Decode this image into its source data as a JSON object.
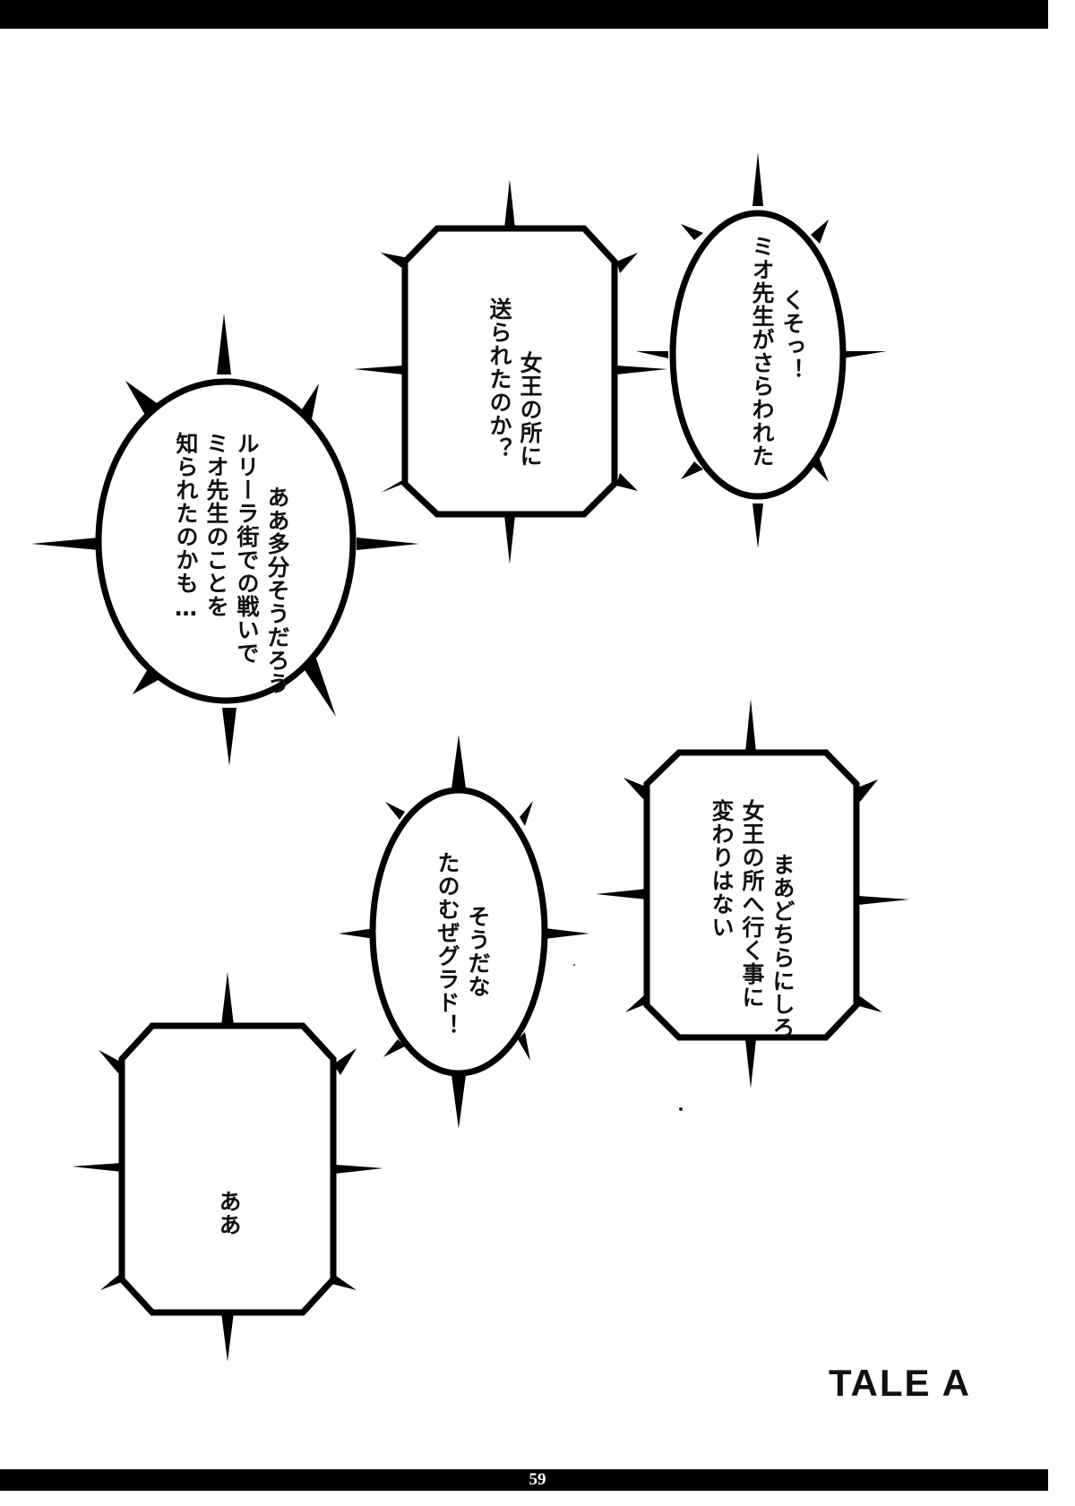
{
  "page": {
    "number": "59"
  },
  "label": "TALE A",
  "bubbles": [
    {
      "lines": [
        "くそっ！",
        "ミオ先生がさらわれた"
      ]
    },
    {
      "lines": [
        "女王の所に",
        "送られたのか？"
      ]
    },
    {
      "lines": [
        "ああ多分そうだろう",
        "ルリーラ街での戦いで",
        "ミオ先生のことを",
        "知られたのかも…"
      ]
    },
    {
      "lines": [
        "まあどちらにしろ",
        "女王の所へ行く事に",
        "変わりはない"
      ]
    },
    {
      "lines": [
        "そうだな",
        "たのむぜグラド！"
      ]
    },
    {
      "lines": [
        "ああ"
      ]
    }
  ],
  "colors": {
    "ink": "#000000",
    "paper": "#ffffff"
  }
}
